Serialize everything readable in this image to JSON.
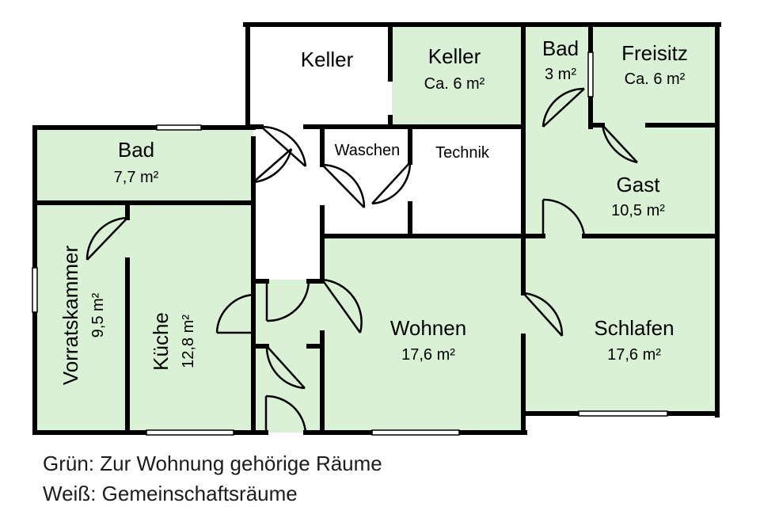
{
  "colors": {
    "own_room": "#daf1d5",
    "common_room": "#ffffff",
    "wall": "#000000"
  },
  "rooms": {
    "keller_common": {
      "name": "Keller"
    },
    "keller_own": {
      "name": "Keller",
      "area": "Ca. 6 m²"
    },
    "bad_small": {
      "name": "Bad",
      "area": "3 m²"
    },
    "freisitz": {
      "name": "Freisitz",
      "area": "Ca. 6 m²"
    },
    "bad_large": {
      "name": "Bad",
      "area": "7,7 m²"
    },
    "waschen": {
      "name": "Waschen"
    },
    "technik": {
      "name": "Technik"
    },
    "gast": {
      "name": "Gast",
      "area": "10,5 m²"
    },
    "vorratskammer": {
      "name": "Vorratskammer",
      "area": "9,5 m²"
    },
    "kueche": {
      "name": "Küche",
      "area": "12,8 m²"
    },
    "wohnen": {
      "name": "Wohnen",
      "area": "17,6 m²"
    },
    "schlafen": {
      "name": "Schlafen",
      "area": "17,6 m²"
    }
  },
  "legend": {
    "green": "Grün: Zur Wohnung gehörige Räume",
    "white": "Weiß: Gemeinschaftsräume"
  }
}
